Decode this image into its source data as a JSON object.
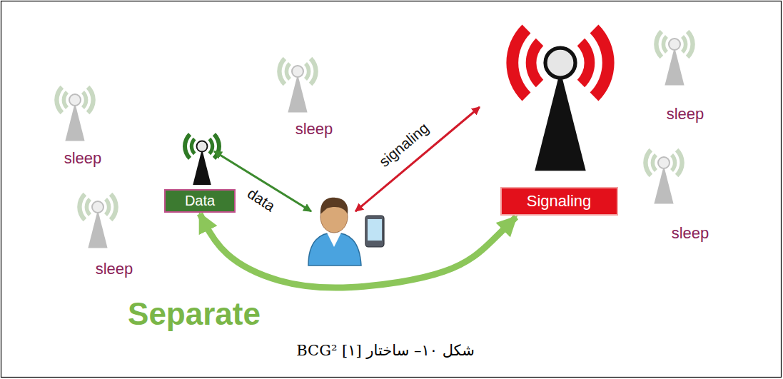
{
  "diagram": {
    "caption": "شکل ۱۰– ساختار BCG² [۱]",
    "nodes": [
      {
        "text": [
          "Data"
        ]
      },
      {
        "text": [
          "Signaling"
        ]
      }
    ],
    "edges": [
      {
        "from": 0,
        "to": 1,
        "arrow": "both",
        "label": "Separate"
      }
    ],
    "labels": [
      "data",
      "signaling",
      "sleep",
      "sleep",
      "sleep",
      "sleep",
      "sleep"
    ]
  }
}
